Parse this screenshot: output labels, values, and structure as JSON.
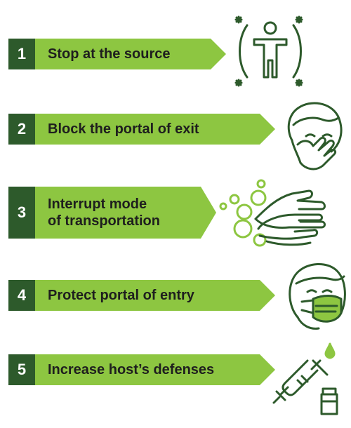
{
  "colors": {
    "number_box": "#2d5a2b",
    "arrow": "#8dc641",
    "icon_stroke": "#2d5a2b",
    "accent": "#8dc641"
  },
  "steps": [
    {
      "number": "1",
      "label": "Stop at the source",
      "icon": "person-isolated-icon"
    },
    {
      "number": "2",
      "label": "Block the portal of exit",
      "icon": "cover-mouth-icon"
    },
    {
      "number": "3",
      "label": "Interrupt mode\nof transportation",
      "icon": "hand-washing-icon"
    },
    {
      "number": "4",
      "label": "Protect portal of entry",
      "icon": "face-mask-icon"
    },
    {
      "number": "5",
      "label": "Increase host’s defenses",
      "icon": "vaccine-icon"
    }
  ]
}
